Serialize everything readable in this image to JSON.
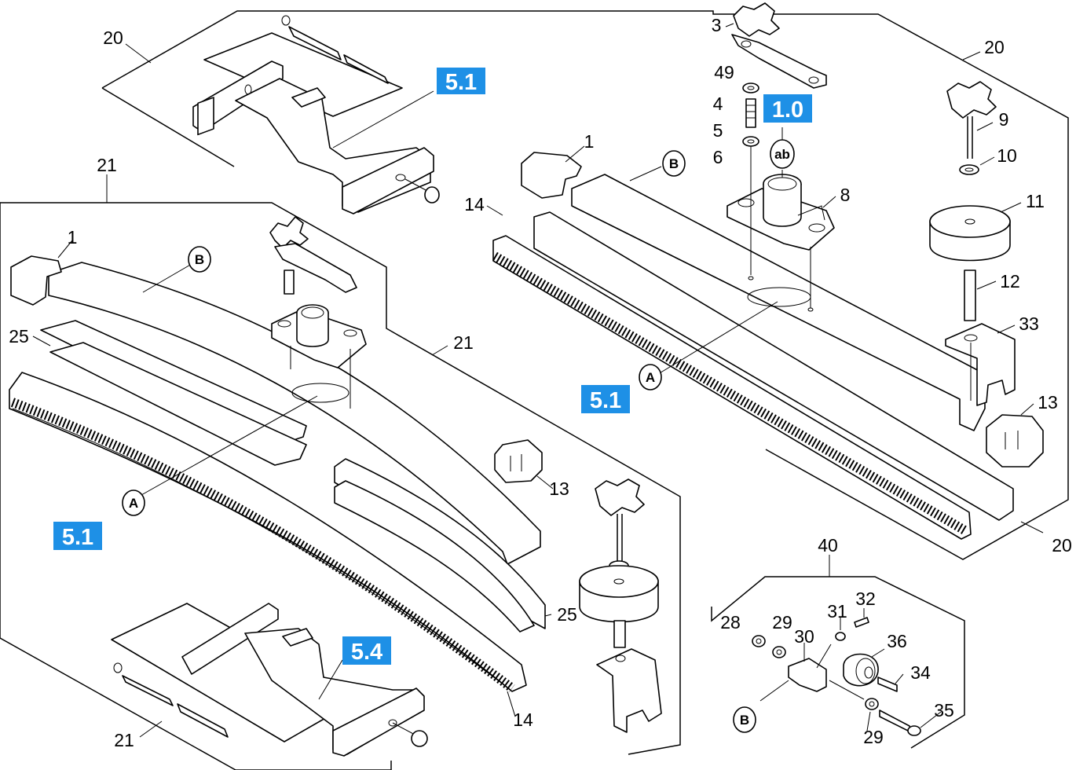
{
  "colors": {
    "reference_box": "#1e90e6",
    "line": "#000000",
    "background": "#ffffff"
  },
  "reference_links": [
    {
      "id": "ref_a",
      "text": "5.1"
    },
    {
      "id": "ref_b",
      "text": "1.0"
    },
    {
      "id": "ref_c",
      "text": "5.1"
    },
    {
      "id": "ref_d",
      "text": "5.1"
    },
    {
      "id": "ref_e",
      "text": "5.4"
    }
  ],
  "callouts": {
    "A": "A",
    "B": "B",
    "ab": "ab"
  },
  "part_labels": [
    "20",
    "3",
    "49",
    "4",
    "5",
    "6",
    "20",
    "9",
    "10",
    "11",
    "12",
    "33",
    "13",
    "20",
    "1",
    "8",
    "14",
    "21",
    "1",
    "25",
    "21",
    "13",
    "25",
    "14",
    "21",
    "40",
    "28",
    "29",
    "30",
    "31",
    "32",
    "36",
    "34",
    "35",
    "29"
  ]
}
